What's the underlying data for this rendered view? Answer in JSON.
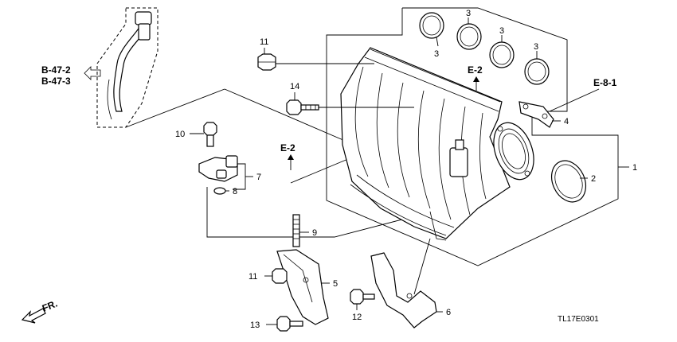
{
  "diagram": {
    "title_code": "TL17E0301",
    "direction_label": "FR.",
    "references": {
      "b47_2": "B-47-2",
      "b47_3": "B-47-3",
      "e2_top": "E-2",
      "e2_left": "E-2",
      "e81": "E-8-1"
    },
    "callouts": {
      "c1": "1",
      "c2": "2",
      "c3a": "3",
      "c3b": "3",
      "c3c": "3",
      "c3d": "3",
      "c4": "4",
      "c5": "5",
      "c6": "6",
      "c7": "7",
      "c8": "8",
      "c9": "9",
      "c10": "10",
      "c11a": "11",
      "c11b": "11",
      "c12": "12",
      "c13": "13",
      "c14": "14"
    }
  }
}
